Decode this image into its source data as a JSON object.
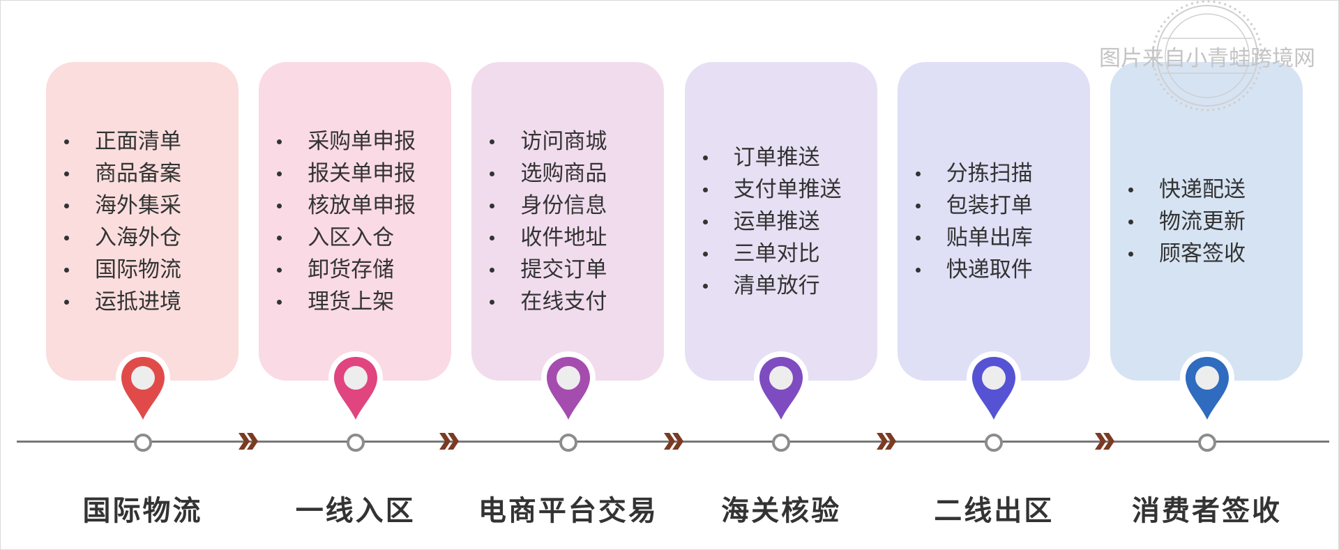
{
  "stages": [
    {
      "title": "国际物流",
      "items": [
        "正面清单",
        "商品备案",
        "海外集采",
        "入海外仓",
        "国际物流",
        "运抵进境"
      ],
      "card_color": "#fbdddd",
      "pin_color": "#e04b4a"
    },
    {
      "title": "一线入区",
      "items": [
        "采购单申报",
        "报关单申报",
        "核放单申报",
        "入区入仓",
        "卸货存储",
        "理货上架"
      ],
      "card_color": "#fadae4",
      "pin_color": "#e0457f"
    },
    {
      "title": "电商平台交易",
      "items": [
        "访问商城",
        "选购商品",
        "身份信息",
        "收件地址",
        "提交订单",
        "在线支付"
      ],
      "card_color": "#f1dcee",
      "pin_color": "#a54caf"
    },
    {
      "title": "海关核验",
      "items": [
        "订单推送",
        "支付单推送",
        "运单推送",
        "三单对比",
        "清单放行"
      ],
      "card_color": "#e7dff3",
      "pin_color": "#7e4cc0"
    },
    {
      "title": "二线出区",
      "items": [
        "分拣扫描",
        "包装打单",
        "贴单出库",
        "快递取件"
      ],
      "card_color": "#dfdff6",
      "pin_color": "#5553d4"
    },
    {
      "title": "消费者签收",
      "items": [
        "快递配送",
        "物流更新",
        "顾客签收"
      ],
      "card_color": "#d6e3f3",
      "pin_color": "#2f6bbf"
    }
  ],
  "colors": {
    "axis": "#777777",
    "chevron": "#7b3b22",
    "text": "#333333",
    "watermark": "#c4c4c4"
  },
  "watermark": {
    "text": "图片来自小青蛙跨境网"
  }
}
